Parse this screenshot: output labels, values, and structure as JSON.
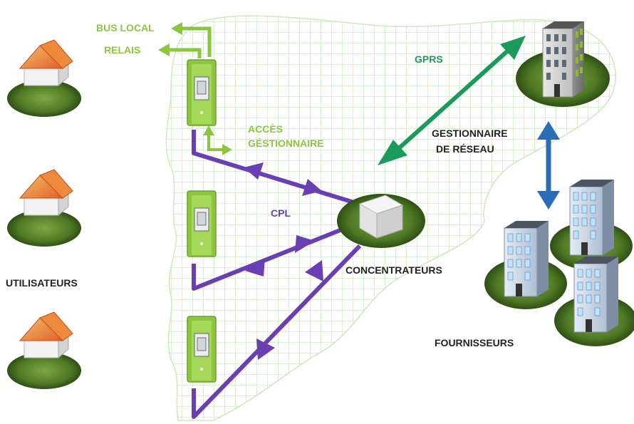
{
  "labels": {
    "bus_local": "BUS LOCAL",
    "relais": "RELAIS",
    "acces_line1": "ACCÈS",
    "acces_line2": "GÉSTIONNAIRE",
    "gprs": "GPRS",
    "gestionnaire_line1": "GESTIONNAIRE",
    "gestionnaire_line2": "DE RÉSEAU",
    "cpl": "CPL",
    "concentrateurs": "CONCENTRATEURS",
    "utilisateurs": "UTILISATEURS",
    "fournisseurs": "FOURNISSEURS"
  },
  "colors": {
    "green_label": "#8cc63f",
    "gprs_arrow": "#1a9b5c",
    "cpl_purple": "#6a3fb3",
    "blue_arrow": "#2a6cb5",
    "meter_green": "#8cc63f",
    "grid_line": "#b9e3a8",
    "dark_text": "#222222"
  },
  "icons": {
    "house": "house-icon",
    "meter": "smart-meter-icon",
    "concentrator": "concentrator-cube-icon",
    "building": "office-building-icon"
  }
}
